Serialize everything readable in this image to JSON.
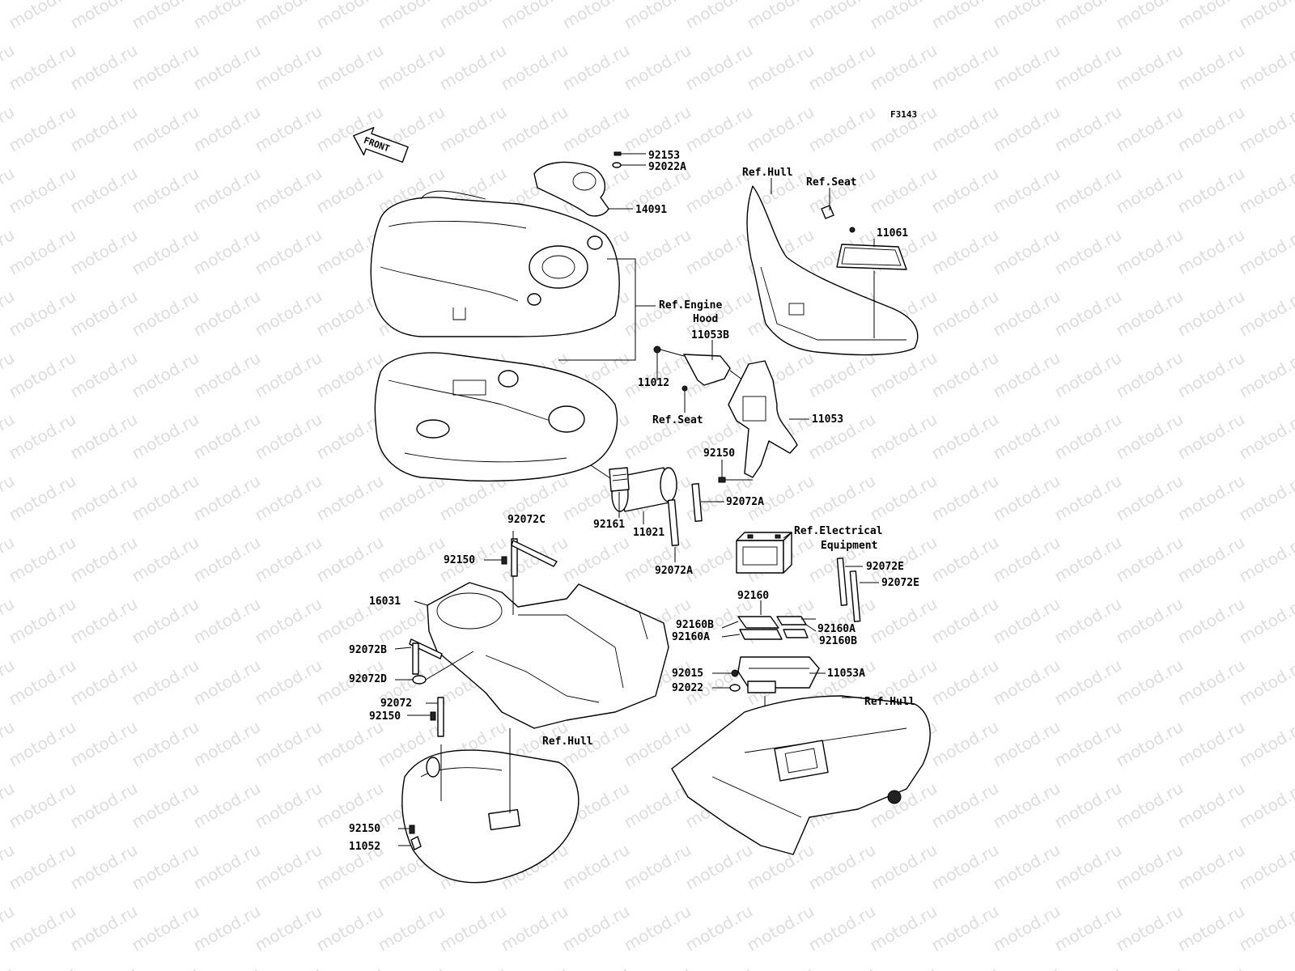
{
  "watermark": "motod.ru",
  "diagram_id": "F3143",
  "front_arrow": "FRONT",
  "callouts": {
    "p92153": "92153",
    "p92022A": "92022A",
    "p14091": "14091",
    "ref_hull_top": "Ref.Hull",
    "ref_seat_top": "Ref.Seat",
    "p11061": "11061",
    "ref_engine_hood_1": "Ref.Engine",
    "ref_engine_hood_2": "Hood",
    "p11053B": "11053B",
    "p11012": "11012",
    "ref_seat_mid": "Ref.Seat",
    "p11053": "11053",
    "p92150_a": "92150",
    "p92072A_a": "92072A",
    "p92161": "92161",
    "p11021": "11021",
    "p92072C": "92072C",
    "ref_electrical_1": "Ref.Electrical",
    "ref_electrical_2": "Equipment",
    "p92150_b": "92150",
    "p92072A_b": "92072A",
    "p92072E_a": "92072E",
    "p92072E_b": "92072E",
    "p16031": "16031",
    "p92160": "92160",
    "p92160B_a": "92160B",
    "p92160A_a": "92160A",
    "p92160A_b": "92160A",
    "p92160B_b": "92160B",
    "p92072B": "92072B",
    "p92015": "92015",
    "p11053A": "11053A",
    "p92072D": "92072D",
    "p92022": "92022",
    "ref_hull_right": "Ref.Hull",
    "p92072": "92072",
    "p92150_c": "92150",
    "ref_hull_bottom": "Ref.Hull",
    "p92150_d": "92150",
    "p11052": "11052"
  }
}
